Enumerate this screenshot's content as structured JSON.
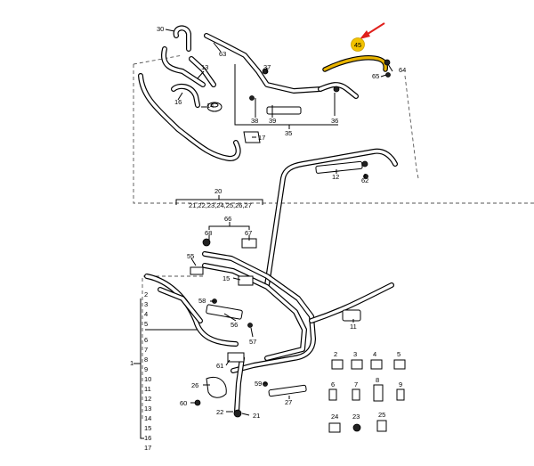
{
  "diagram": {
    "labels": {
      "n1": "1",
      "n2": "2",
      "n3": "3",
      "n4": "4",
      "n5": "5",
      "n6": "6",
      "n7": "7",
      "n8": "8",
      "n9": "9",
      "n10": "10",
      "n11": "11",
      "n12": "12",
      "n13": "13",
      "n14": "14",
      "n15": "15",
      "n16": "16",
      "n17": "17",
      "n20": "20",
      "n20list": "21,22,23,24,25,26,27",
      "n21": "21",
      "n22": "22",
      "n23": "23",
      "n24": "24",
      "n25": "25",
      "n26": "26",
      "n27": "27",
      "n30": "30",
      "n35": "35",
      "n36": "36",
      "n37": "37",
      "n38": "38",
      "n39": "39",
      "n45": "45",
      "n55": "55",
      "n56": "56",
      "n57": "57",
      "n58": "58",
      "n59": "59",
      "n60": "60",
      "n61": "61",
      "n62": "62",
      "n63": "63",
      "n64": "64",
      "n65": "65",
      "n66": "66",
      "n67": "67",
      "n68": "68"
    },
    "colors": {
      "highlight_part": "#e8b400",
      "highlight_badge": "#f2c200",
      "arrow": "#e0201c",
      "line": "#000000"
    }
  }
}
